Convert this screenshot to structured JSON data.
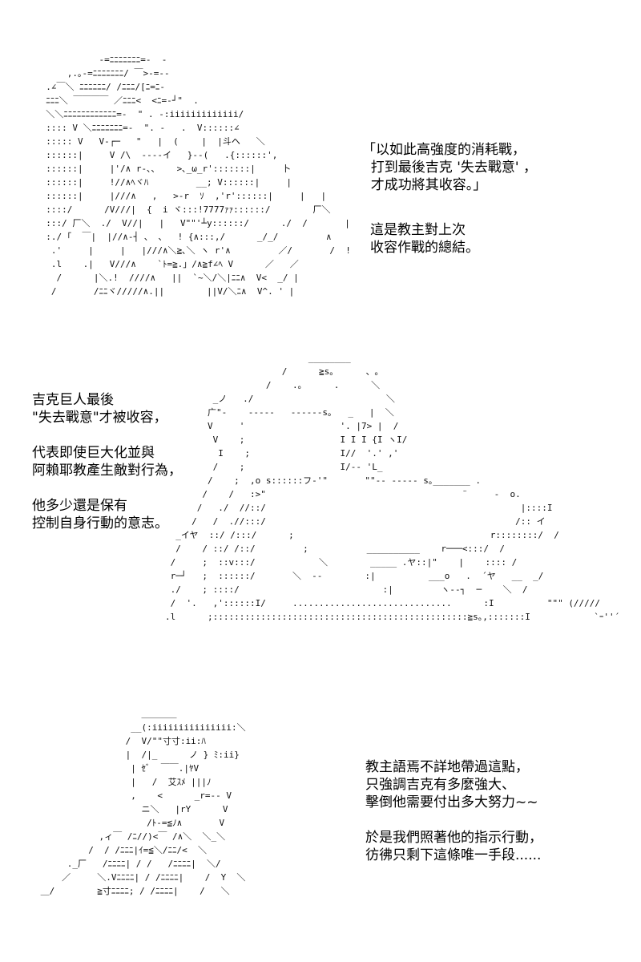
{
  "panel_1": {
    "ascii_art": "            -=ﾆﾆﾆﾆﾆﾆﾆ=-  -\n      ,.｡-=ﾆﾆﾆﾆﾆﾆﾆ/ ￣>-=--\n  .∠￣＼ ﾆﾆﾆﾆﾆﾆ/ /ﾆﾆﾆ/[ﾆ=ﾆ-\n  ﾆﾆﾆ＼ ￣￣￣￣ ／ﾆﾆﾆ<  <ﾆ=-┘\"  .\n  ＼＼ﾆﾆﾆﾆﾆﾆﾆﾆﾆﾆﾆﾆ=-  \" . -:iiiiiiiiiiiii/\n  :::: V ＼ﾆﾆﾆﾆﾆﾆﾆ=-  \". -   .  V::::::∠\n  ::::: V   V-┌─   \"   |  ( 　　|  |斗ヘ   ＼\n  ::::::|     V /\\  ----イ   }--(   .{::::::',\n  ::::::|     |'/∧ r-､､    >､_ω_r':::::::|     卜\n  ::::::|     !//∧ﾍヾﾊ         __; V::::::|     |\n  ::::::|     |///∧   ,   >-r  ｿ  ,'r'::::::|     |   |\n  ::::/      /V///|  {  i ヾ:::!7777ｧｧ::::::/        厂＼\n  :::/ 厂＼  ./  V//|   |   V\"\"'┴y::::::/      ./  /       |\n  :./ ｢  ￣|  |//∧-┤ 、 、  ! {∧:::,/      _/_/         ∧\n   .'     |     |   |///∧＼≧､＼ ヽ r'∧         ／/       /  !\n   .l    .|   V///∧    `ﾄ=≧.」/∧≧f∠ﾍ V      ／   ／\n    /      |＼.!  ////∧   ||  `~＼/＼|ﾆﾆ∧  V<  _/ |\n   /       /ﾆﾆヾ/////∧.||        ||V/＼ﾆ∧  V^. ' |",
    "quote": "「以如此高強度的消耗戰，\n  打到最後吉克 '失去戰意' ，\n  才成功將其收容。」",
    "summary": "這是教主對上次\n收容作戰的總結。"
  },
  "panel_2": {
    "ascii_art": "                           ________\n                      /      ≧s｡      、｡\n                   /    .｡      .      ＼\n         _ノ   ./                         ＼\n        广\"-    -----   ------s｡   _   |  ＼\n        V     '                  '. |7> |  /\n         V    ;                  I I I {I ヽI/\n          I    ;                 I//  '.' ,'\n         /    ;                  I/-- 'L_\n        /    ;  ,o s::::::フ-'\"       \"\"-- ----- s｡_______ .\n       /    /   :>\"                                     ¨     -  o.\n      /   ./  //::/                                                |::::I\n     /   /  .//:::/                                               /:: イ\n  _イヤ  ::/ /:::/      ;                                     r::::::::/  /\n  /    / ::/ /::/         ;           __________    r───<:::/  /\n /     ;  ::v:::/            ＼        _____ .ヤ::|\"    |    :::: /\n r─┘   ;  ::::::/       ＼  --        :|          ___o   .  ´ヤ   __  _/\n ./    ; ::::/                           :|         ヽ--┐  ─    ＼  /\n /  '.   ,'::::::I/     ..............................      :I          \"\"\" (/////\n.l      ;::::::::::::::::::::::::::::::::::::::::::::::::≧s｡,:::::::I            `ｰ''´",
    "caption": "吉克巨人最後\n\"失去戰意\"才被收容，\n\n代表即使巨大化並與\n阿賴耶教產生敵對行為，\n\n他多少還是保有\n控制自身行動的意志。"
  },
  "panel_3": {
    "ascii_art": "                    ＿＿＿＿\n                  __(:iiiiiiiiiiiiiii:＼\n                 /  V/\"\"寸寸:ii:ﾊ\n                 |  /|_      ノ } ﾐ:ii}\n                  | ｾﾞ  ￣￣.|ﾔV\n                  |   /  艾ｽﾒ |||ﾉ\n                  ,    <      _r=-- V\n                    ニ＼   |rY      V\n                     /ﾄ-=≦ﾉ∧       V\n            ,ィ￣ /ﾆ//)<￣ /∧＼  ＼_＼\n          /  / /ﾆﾆﾆ|ｲ=≦＼/ﾆﾆ/<  ＼\n      ._厂   /ﾆﾆﾆﾆ| / /   /ﾆﾆﾆﾆ|  ＼/\n     ／     ＼.Vﾆﾆﾆﾆ| / /ﾆﾆﾆﾆ|    /  Y  ＼\n ＿/        ≧寸ﾆﾆﾆﾆ; / /ﾆﾆﾆﾆ|    /   ＼",
    "caption": "教主語焉不詳地帶過這點，\n只強調吉克有多麼強大、\n擊倒他需要付出多大努力~~\n\n於是我們照著他的指示行動，\n彷彿只剩下這條唯一手段......"
  }
}
